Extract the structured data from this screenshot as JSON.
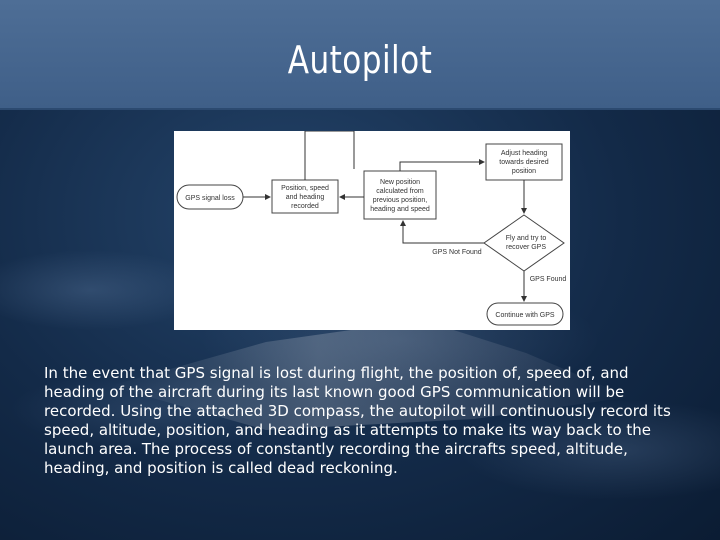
{
  "slide": {
    "title": "Autopilot",
    "body": "In the event that GPS signal is lost during flight, the position of, speed of, and heading of the aircraft during its last known good GPS communication will be recorded. Using the attached 3D compass, the autopilot will continuously record its speed, altitude, position, and heading as it attempts to make its way back to the launch area. The process of constantly recording the aircrafts speed, altitude, heading, and position is called dead reckoning."
  },
  "diagram": {
    "node_start_line1": "GPS signal loss",
    "node_record_line1": "Position, speed",
    "node_record_line2": "and heading",
    "node_record_line3": "recorded",
    "node_calc_line1": "New position",
    "node_calc_line2": "calculated from",
    "node_calc_line3": "previous position,",
    "node_calc_line4": "heading and speed",
    "node_adjust_line1": "Adjust heading",
    "node_adjust_line2": "towards desired",
    "node_adjust_line3": "position",
    "node_decision_line1": "Fly and try to",
    "node_decision_line2": "recover GPS",
    "edge_not_found": "GPS Not Found",
    "edge_found": "GPS Found",
    "node_end_line1": "Continue with GPS"
  }
}
